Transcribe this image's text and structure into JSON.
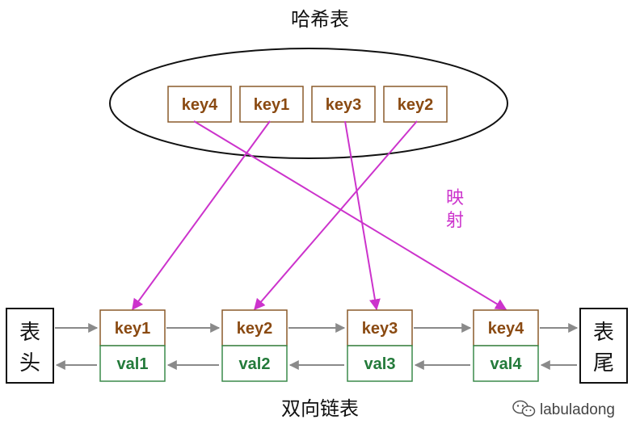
{
  "hash_table": {
    "title": "哈希表",
    "keys": [
      "key4",
      "key1",
      "key3",
      "key2"
    ]
  },
  "mapping_label": [
    "映",
    "射"
  ],
  "linked_list": {
    "title": "双向链表",
    "head": [
      "表",
      "头"
    ],
    "tail": [
      "表",
      "尾"
    ],
    "nodes": [
      {
        "key": "key1",
        "val": "val1"
      },
      {
        "key": "key2",
        "val": "val2"
      },
      {
        "key": "key3",
        "val": "val3"
      },
      {
        "key": "key4",
        "val": "val4"
      }
    ]
  },
  "watermark": "labuladong",
  "colors": {
    "key_text": "#8a4a12",
    "key_border": "#8a5a2a",
    "val_text": "#237a3a",
    "val_border": "#3a8a4a",
    "mapping": "#cc33cc",
    "list_arrow": "#8a8a8a"
  }
}
